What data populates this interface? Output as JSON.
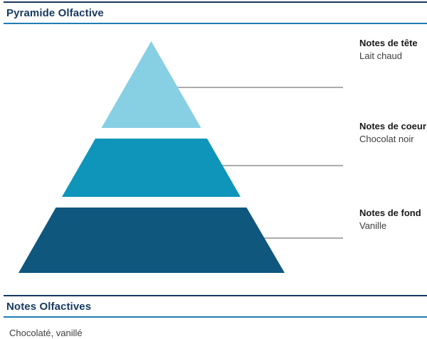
{
  "colors": {
    "heading_navy": "#16395F",
    "blue_rule": "#1E7DB4",
    "connector_gray": "#ABABAB",
    "label_title": "#1A1A1A",
    "label_text": "#3D3D3D"
  },
  "header": {
    "title": "Pyramide Olfactive"
  },
  "pyramid": {
    "levels": [
      {
        "position": "top",
        "title": "Notes de tête",
        "note": "Lait chaud",
        "color": "#87CFE3"
      },
      {
        "position": "heart",
        "title": "Notes de coeur",
        "note": "Chocolat noir",
        "color": "#0E95B9"
      },
      {
        "position": "base",
        "title": "Notes de fond",
        "note": "Vanille",
        "color": "#0F577D"
      }
    ]
  },
  "footer": {
    "title": "Notes Olfactives",
    "description": "Chocolaté, vanillé"
  }
}
